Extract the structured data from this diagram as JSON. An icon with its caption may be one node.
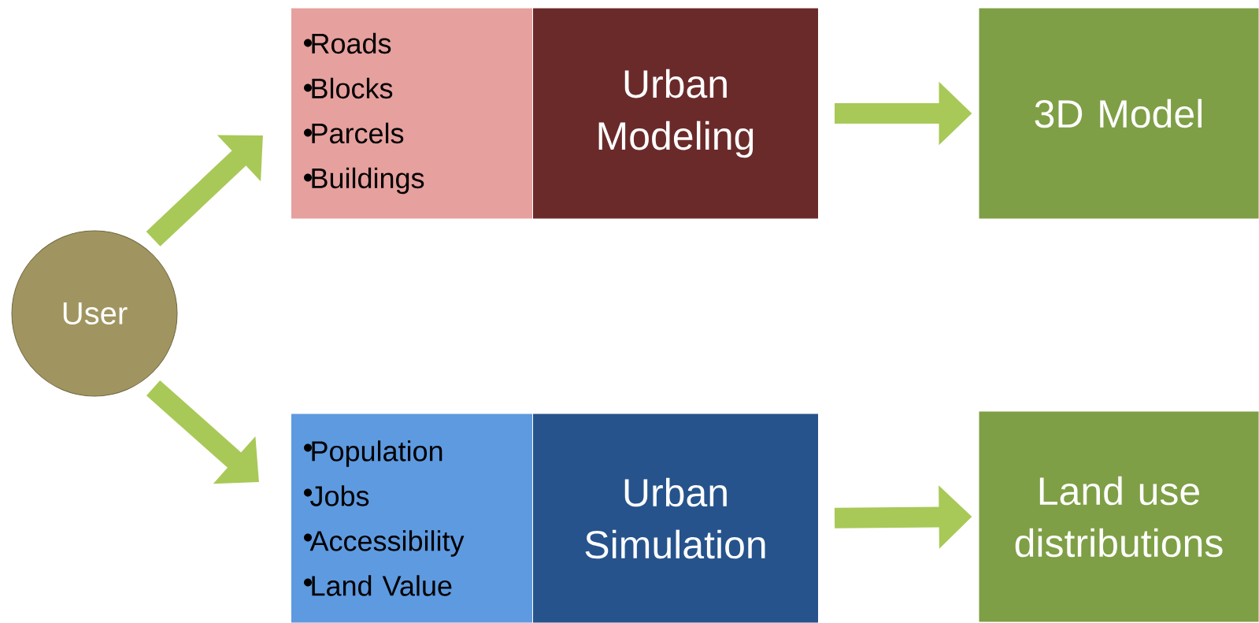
{
  "diagram": {
    "nodes": [
      {
        "text": [
          "User"
        ]
      },
      {
        "text": [
          "Roads",
          "Blocks",
          "Parcels",
          "Buildings"
        ]
      },
      {
        "text": [
          "Urban Modeling"
        ]
      },
      {
        "text": [
          "3D Model"
        ]
      },
      {
        "text": [
          "Population",
          "Jobs",
          "Accessibility",
          "Land Value"
        ]
      },
      {
        "text": [
          "Urban Simulation"
        ]
      },
      {
        "text": [
          "Land use distributions"
        ]
      }
    ],
    "edges": [
      {
        "from": 0,
        "to": 1,
        "arrow": "to"
      },
      {
        "from": 2,
        "to": 3,
        "arrow": "to"
      },
      {
        "from": 0,
        "to": 4,
        "arrow": "to"
      },
      {
        "from": 5,
        "to": 6,
        "arrow": "to"
      }
    ]
  }
}
